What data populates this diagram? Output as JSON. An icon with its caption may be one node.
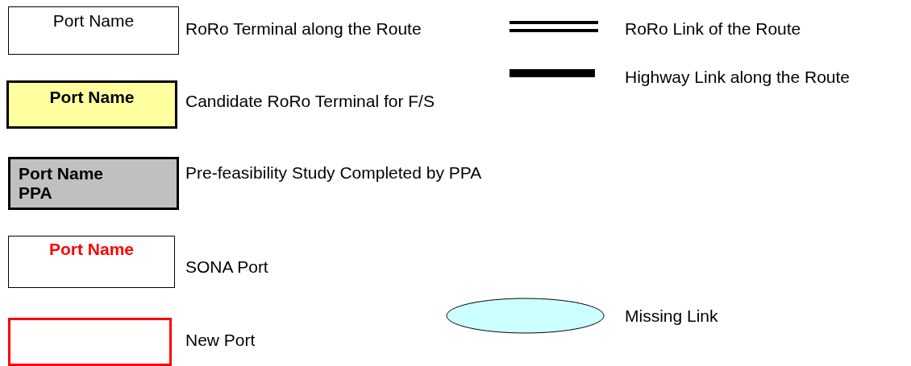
{
  "diagram": {
    "nodes": [
      {
        "text": [
          "Port Name"
        ],
        "beside": [
          "RoRo Terminal along the Route"
        ]
      },
      {
        "text": [
          "Port Name"
        ],
        "beside": [
          "Candidate RoRo Terminal for F/S"
        ]
      },
      {
        "text": [
          "Port Name PPA"
        ],
        "beside": [
          "Pre-feasibility Study Completed by PPA"
        ]
      },
      {
        "text": [
          "Port Name"
        ],
        "beside": [
          "SONA Port"
        ]
      },
      {
        "text": [],
        "shape": "box",
        "beside": [
          "New Port"
        ]
      },
      {
        "text": [],
        "shape": "ellipse",
        "beside": [
          "Missing Link"
        ]
      }
    ],
    "legend": [
      {
        "text": "RoRo Link of the Route"
      },
      {
        "text": "Highway Link along the Route"
      }
    ]
  }
}
